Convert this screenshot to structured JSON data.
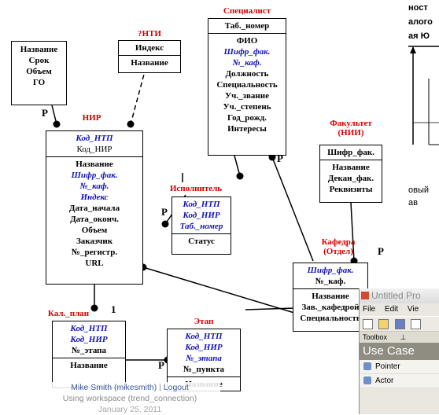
{
  "diagram": {
    "entities": {
      "top_left": {
        "title": "",
        "sections": [
          [
            "Название",
            "Срок",
            "Объем",
            "ГО"
          ]
        ]
      },
      "tnti": {
        "title": "?НТИ",
        "sections": [
          [
            "Индекс"
          ],
          [
            "Название"
          ]
        ]
      },
      "specialist": {
        "title": "Специалист",
        "sections": [
          [
            "Таб._номер"
          ],
          [
            "ФИО",
            "Шифр_фак.",
            "№_каф.",
            "Должность",
            "Специальность",
            "Уч._звание",
            "Уч._степень",
            "Год_рожд.",
            "Интересы"
          ]
        ]
      },
      "faculty": {
        "title": "Факультет\n(НИИ)",
        "title_line1": "Факультет",
        "title_line2": "(НИИ)",
        "sections": [
          [
            "Шифр_фак."
          ],
          [
            "Название",
            "Декан_фак.",
            "Реквизиты"
          ]
        ]
      },
      "nir": {
        "title": "НИР",
        "sections": [
          [
            "Код_НТП",
            "Код_НИР"
          ],
          [
            "Название",
            "Шифр_фак.",
            "№_каф.",
            "Индекс",
            "Дата_начала",
            "Дата_оконч.",
            "Объем",
            "Заказчик",
            "№_регистр.",
            "URL"
          ]
        ]
      },
      "executor": {
        "title": "Исполнитель",
        "sections": [
          [
            "Код_НТП",
            "Код_НИР",
            "Таб._номер"
          ],
          [
            "Статус"
          ]
        ]
      },
      "kafedra": {
        "title_line1": "Кафедра",
        "title_line2": "(Отдел)",
        "sections": [
          [
            "Шифр_фак.",
            "№_каф."
          ],
          [
            "Название",
            "Зав._кафедрой",
            "Специальность"
          ]
        ]
      },
      "kalplan": {
        "title": "Кал._план",
        "sections": [
          [
            "Код_НТП",
            "Код_НИР",
            "№_этапа"
          ],
          [
            "Название"
          ]
        ]
      },
      "etap": {
        "title": "Этап",
        "sections": [
          [
            "Код_НТП",
            "Код_НИР",
            "№_этапа",
            "№_пункта"
          ],
          [
            "Название"
          ]
        ]
      }
    },
    "labels": {
      "p": "P",
      "one": "1"
    },
    "key_fields": [
      "Код_НТП",
      "Код_НИР",
      "Таб._номер",
      "Шифр_фак.",
      "№_каф.",
      "Индекс",
      "№_этапа"
    ]
  },
  "right_snippet": {
    "lines": [
      "ност",
      "алого",
      "ая Ю"
    ],
    "lower": [
      "овый",
      "ав"
    ]
  },
  "app_window": {
    "title": "Untitled Pro",
    "menu": [
      "File",
      "Edit",
      "Vie"
    ],
    "toolbox_label": "Toolbox",
    "section": "Use Case",
    "items": [
      "Pointer",
      "Actor"
    ]
  },
  "footer": {
    "user": "Mike Smith (mikesmith)",
    "separator": " | ",
    "logout": "Logout",
    "workspace": "Using workspace (trend_connection)",
    "date": "January 25, 2011"
  },
  "colors": {
    "title": "#d40000",
    "key": "#1414b4",
    "link": "#3d5a9a"
  }
}
